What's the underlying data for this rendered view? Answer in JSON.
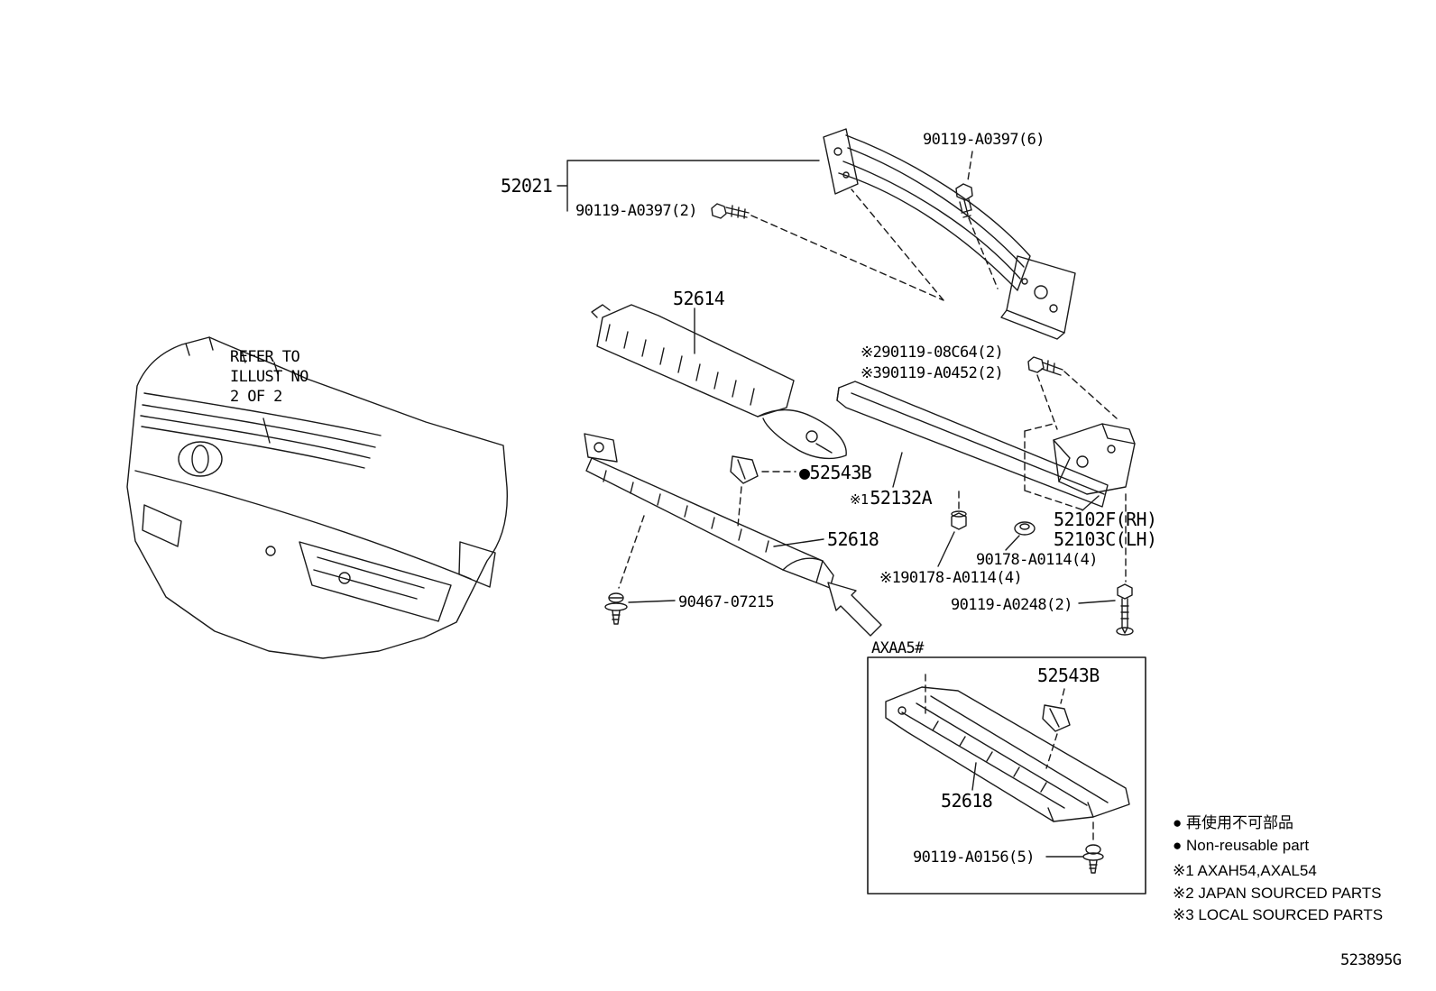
{
  "diagram": {
    "code": "523895G",
    "labels": {
      "bolt_top": "90119-A0397(6)",
      "assembly": "52021",
      "bolt_left": "90119-A0397(2)",
      "seal": "52614",
      "bolt_note2": "※290119-08C64(2)",
      "bolt_note3": "※390119-A0452(2)",
      "refer_1": "REFER TO",
      "refer_2": "ILLUST NO",
      "refer_3": "2 OF 2",
      "pad": "●52543B",
      "lower_bar_prefix": "※1",
      "lower_bar": "52132A",
      "cover": "52618",
      "bracket_rh": "52102F(RH)",
      "bracket_lh": "52103C(LH)",
      "grommet": "90178-A0114(4)",
      "nut": "※190178-A0114(4)",
      "screw": "90467-07215",
      "bracket_bolt": "90119-A0248(2)",
      "inset_model": "AXAA5#",
      "inset_pad": "52543B",
      "inset_cover": "52618",
      "inset_screw": "90119-A0156(5)"
    },
    "legend": {
      "nonreusable_ja": "● 再使用不可部品",
      "nonreusable_en": "● Non-reusable part",
      "note1": "※1 AXAH54,AXAL54",
      "note2": "※2 JAPAN SOURCED PARTS",
      "note3": "※3 LOCAL SOURCED PARTS"
    }
  }
}
